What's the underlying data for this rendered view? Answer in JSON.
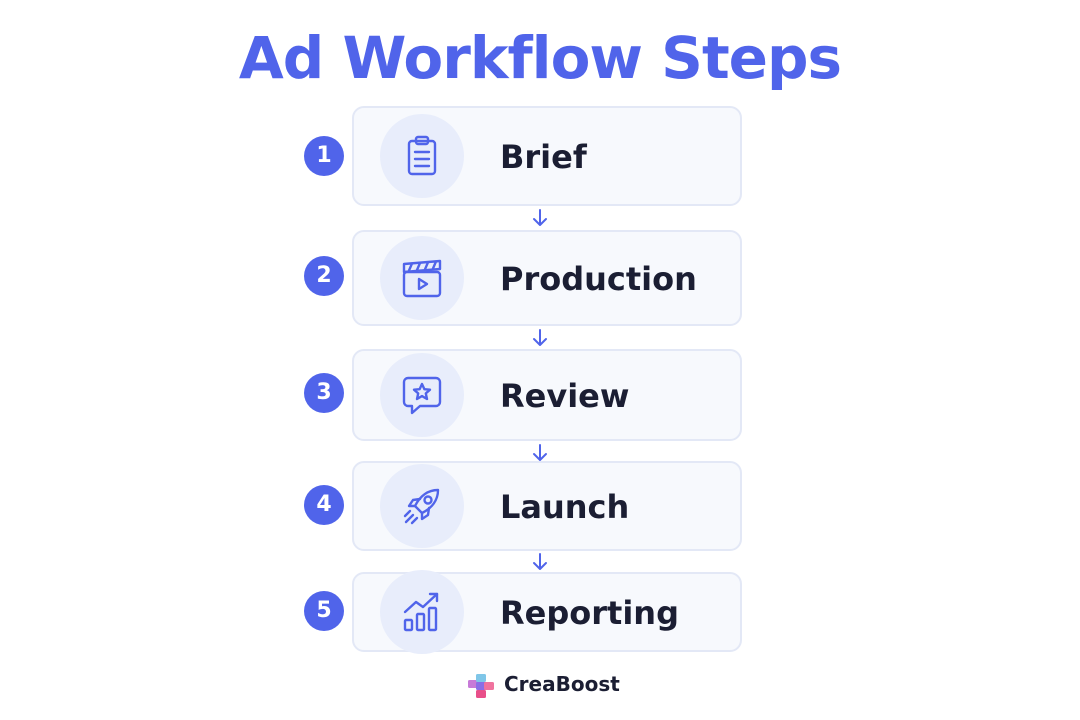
{
  "title": "Ad Workflow Steps",
  "steps": [
    {
      "number": "1",
      "label": "Brief",
      "icon": "clipboard-icon"
    },
    {
      "number": "2",
      "label": "Production",
      "icon": "clapperboard-icon"
    },
    {
      "number": "3",
      "label": "Review",
      "icon": "star-chat-icon"
    },
    {
      "number": "4",
      "label": "Launch",
      "icon": "rocket-icon"
    },
    {
      "number": "5",
      "label": "Reporting",
      "icon": "growth-chart-icon"
    }
  ],
  "brand": {
    "name": "CreaBoost",
    "icon": "creaboost-logo-icon"
  },
  "colors": {
    "accent": "#5064ea",
    "card_bg": "#f7f9fd",
    "card_border": "#e3e8f6",
    "icon_bg": "#e8edfb",
    "text": "#1b1e33"
  }
}
